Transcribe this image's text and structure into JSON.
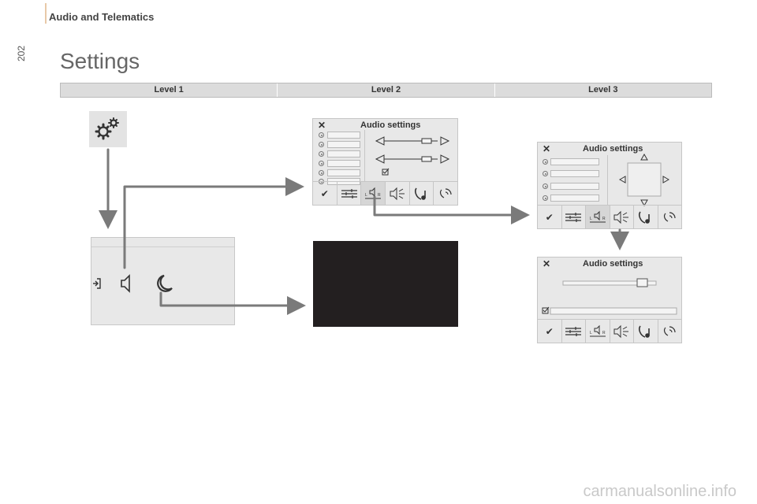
{
  "header": {
    "section_title": "Audio and Telematics",
    "page_number": "202"
  },
  "page_title": "Settings",
  "levels": [
    "Level 1",
    "Level 2",
    "Level 3"
  ],
  "screens": {
    "level2_audio": {
      "title": "Audio settings"
    },
    "level3_balance": {
      "title": "Audio settings"
    },
    "level3_volume": {
      "title": "Audio settings"
    }
  },
  "toolbar_icons": [
    "check-icon",
    "equalizer-icon",
    "balance-icon",
    "sound-ambience-icon",
    "ringtone-icon",
    "voice-volume-icon"
  ],
  "main_panel_icons": [
    "exit-icon",
    "speaker-icon",
    "moon-icon"
  ],
  "watermark": "carmanualsonline.info",
  "colors": {
    "arrow": "#7a7a7a",
    "panel": "#e8e8e8",
    "dark_screen": "#231f20"
  }
}
